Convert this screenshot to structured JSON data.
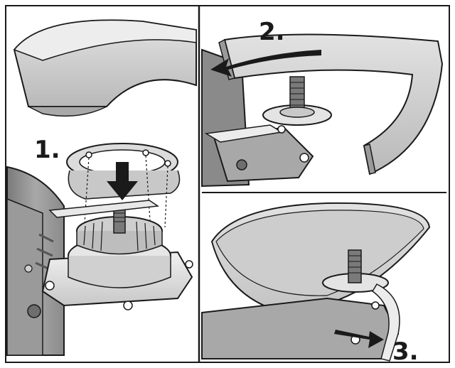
{
  "steps": [
    {
      "label": "1."
    },
    {
      "label": "2."
    },
    {
      "label": "3."
    }
  ],
  "colors": {
    "background": "#ffffff",
    "outline": "#1a1a1a",
    "guard_light": "#d4d4d4",
    "guard_mid": "#b8b8b8",
    "guard_shadow": "#9a9a9a",
    "tool_dark": "#6e6e6e"
  }
}
